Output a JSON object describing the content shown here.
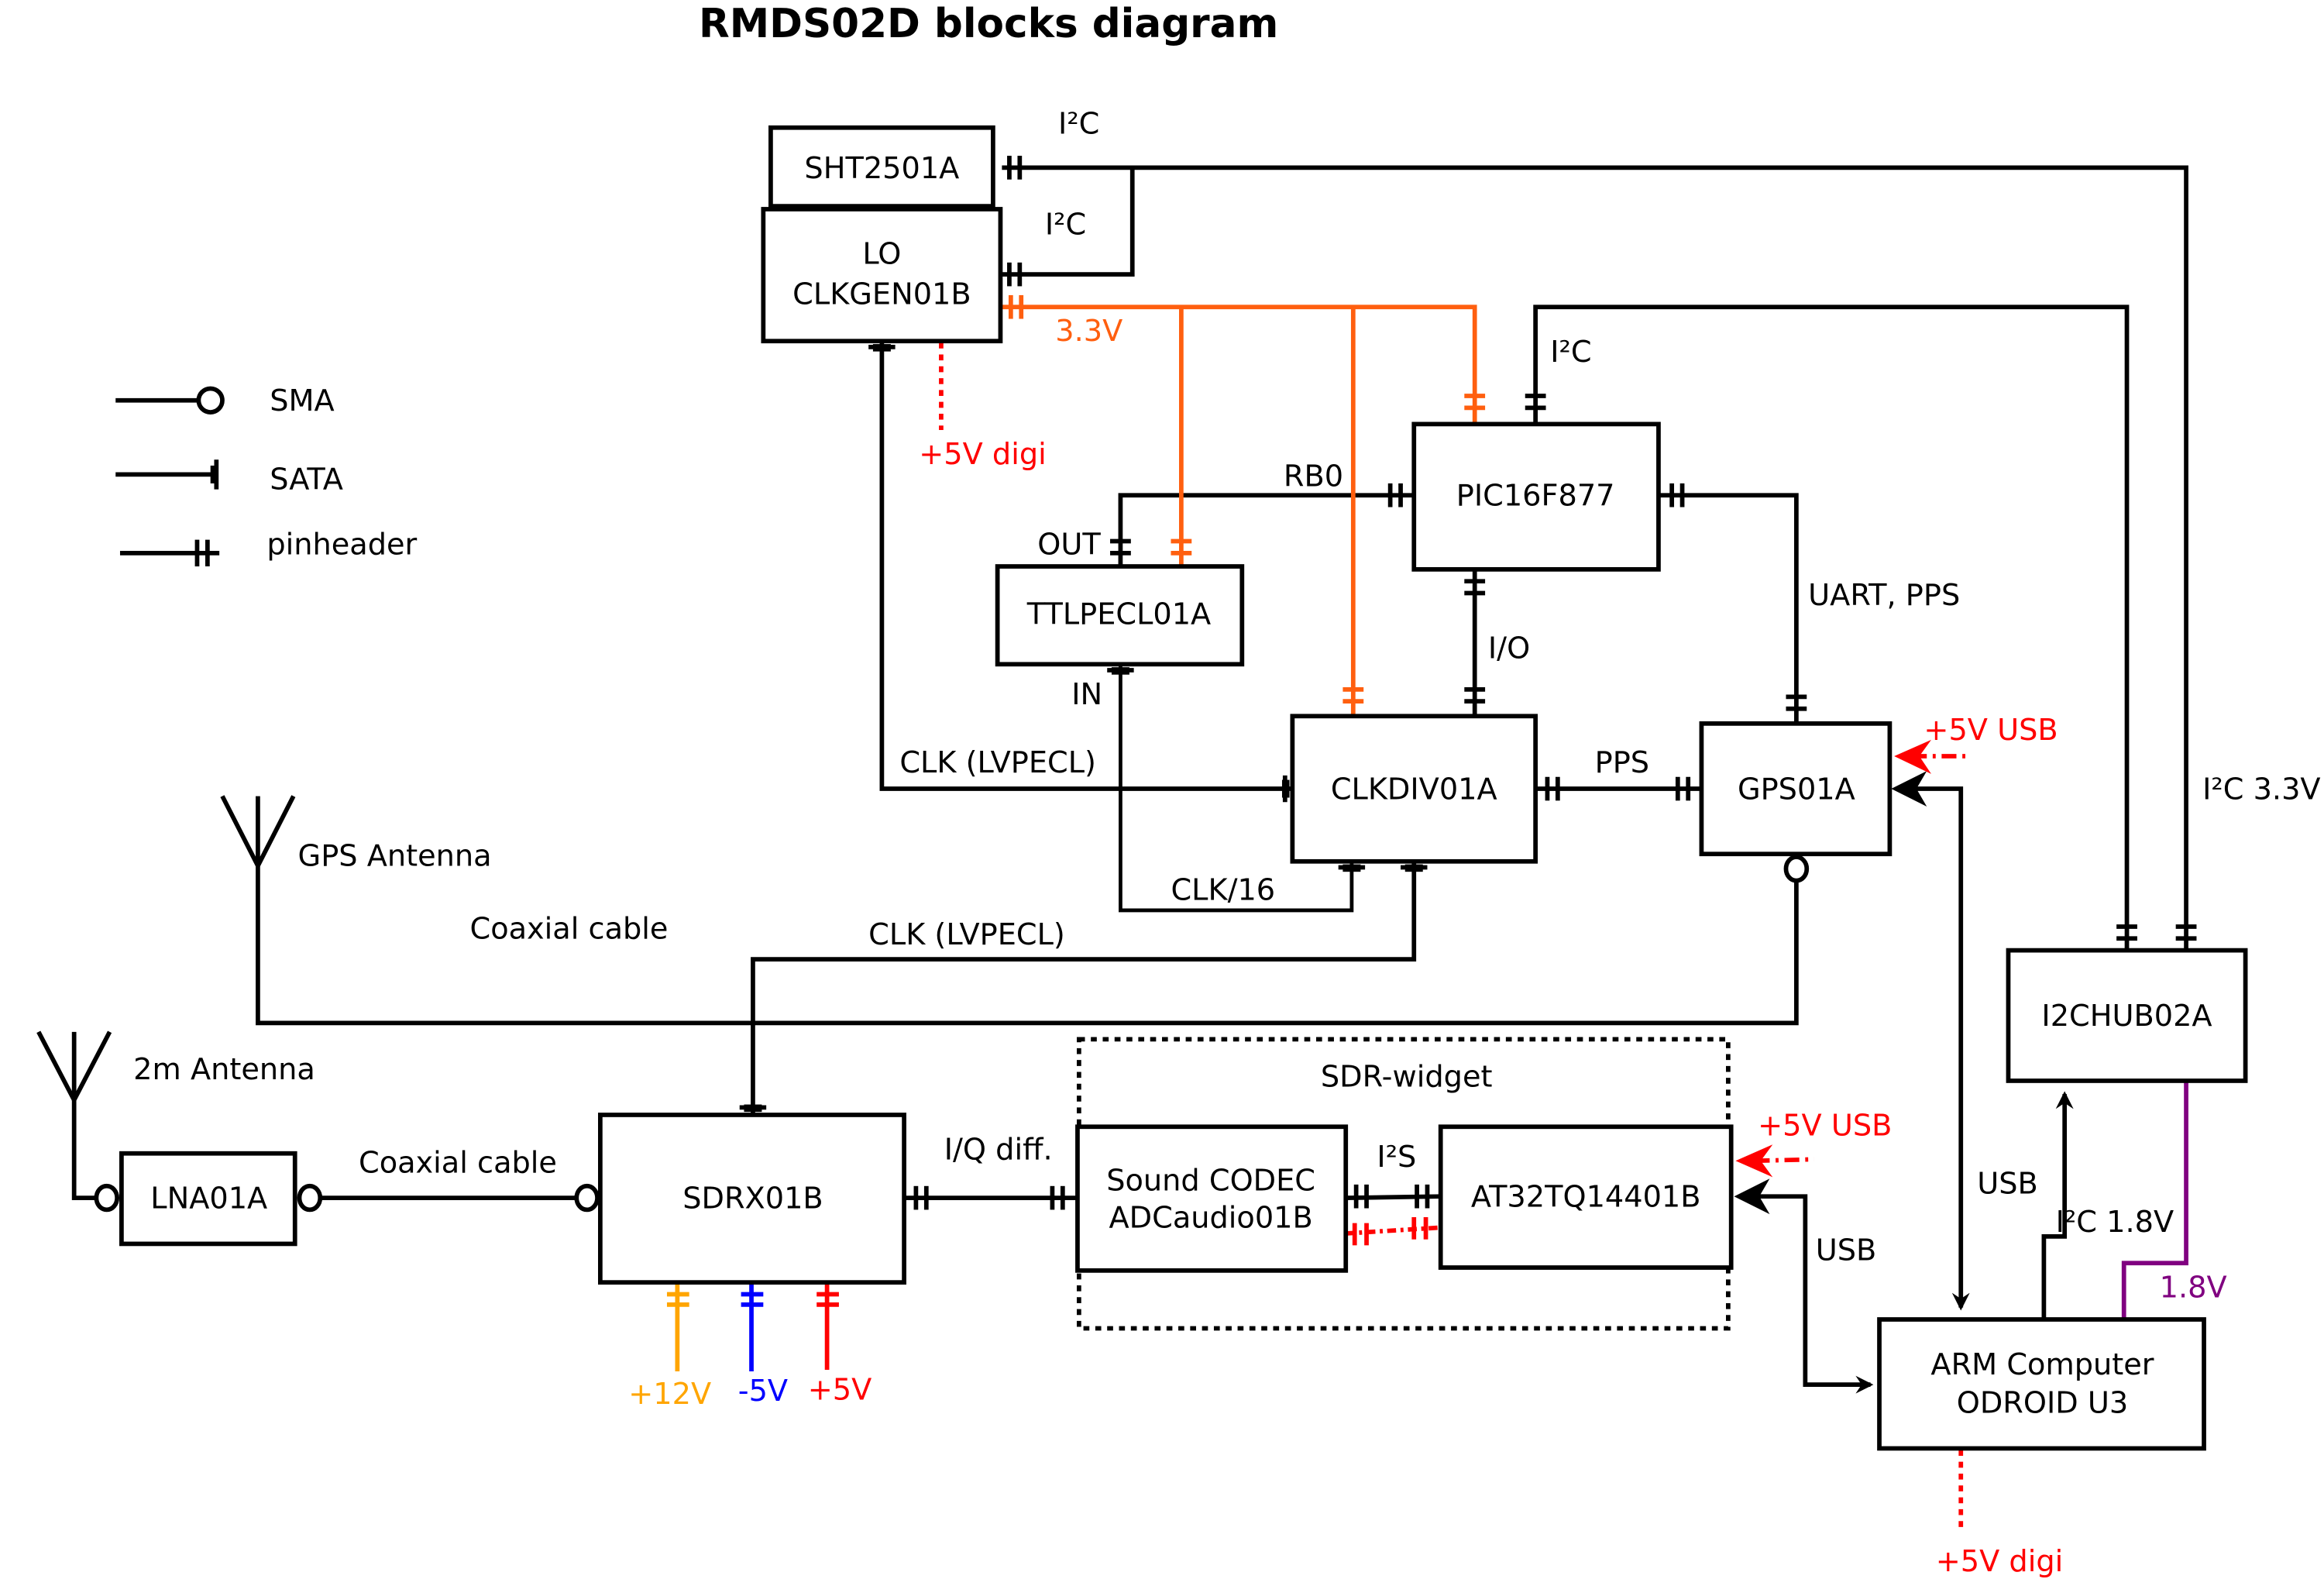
{
  "title": "RMDS02D blocks diagram",
  "colors": {
    "rail_3v3": "#FF5F0F",
    "rail_12v": "#FFA500",
    "rail_neg5v": "#0000FF",
    "rail_5v": "#FF0000",
    "rail_1v8": "#800080",
    "signal": "#000000"
  },
  "legend": {
    "sma": "SMA",
    "sata": "SATA",
    "pinheader": "pinheader"
  },
  "blocks": {
    "sht": "SHT2501A",
    "clkgen_line1": "LO",
    "clkgen_line2": "CLKGEN01B",
    "pic": "PIC16F877",
    "ttlpecl": "TTLPECL01A",
    "clkdiv": "CLKDIV01A",
    "gps": "GPS01A",
    "i2chub": "I2CHUB02A",
    "lna": "LNA01A",
    "sdrx": "SDRX01B",
    "codec_line1": "Sound CODEC",
    "codec_line2": "ADCaudio01B",
    "at32": "AT32TQ14401B",
    "arm_line1": "ARM Computer",
    "arm_line2": "ODROID U3",
    "sdr_widget": "SDR-widget"
  },
  "labels": {
    "i2c_top": "I²C",
    "i2c_clkgen": "I²C",
    "v3_3": "3.3V",
    "v5_digi_top": "+5V digi",
    "i2c_pic": "I²C",
    "rb0": "RB0",
    "out": "OUT",
    "in": "IN",
    "io": "I/O",
    "uart_pps": "UART, PPS",
    "clk_lvpecl_1": "CLK (LVPECL)",
    "pps": "PPS",
    "clk16": "CLK/16",
    "clk_lvpecl_2": "CLK (LVPECL)",
    "gps_antenna": "GPS Antenna",
    "coax_1": "Coaxial cable",
    "antenna_2m": "2m Antenna",
    "coax_2": "Coaxial cable",
    "iq_diff": "I/Q diff.",
    "i2s": "I²S",
    "v5_usb_gps": "+5V USB",
    "v5_usb_at32": "+5V USB",
    "i2c_3v3": "I²C 3.3V",
    "usb_1": "USB",
    "usb_2": "USB",
    "i2c_1v8": "I²C 1.8V",
    "v1_8": "1.8V",
    "v12": "+12V",
    "vneg5": "-5V",
    "v5": "+5V",
    "v5_digi_bottom": "+5V digi"
  }
}
